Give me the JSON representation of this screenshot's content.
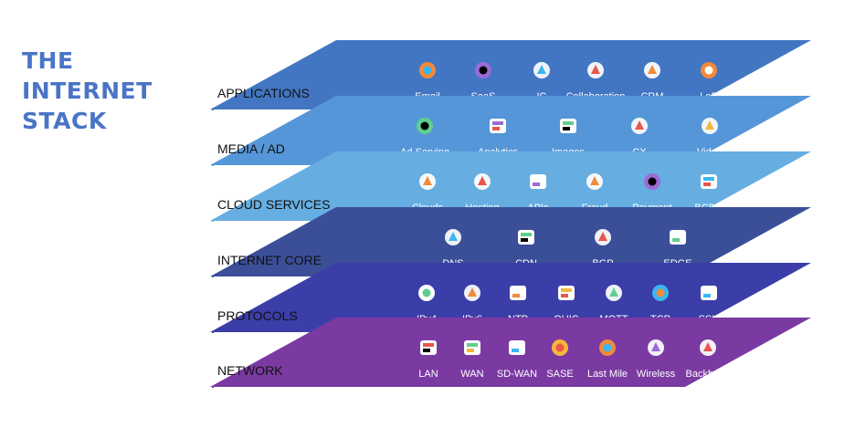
{
  "title": {
    "line1": "THE",
    "line2": "INTERNET",
    "line3": "STACK"
  },
  "colors": {
    "title": "#4a74c6",
    "applications": "#4376c2",
    "media_ad": "#5596d8",
    "cloud_services": "#66aee1",
    "internet_core": "#3b4e98",
    "protocols": "#3b3ea8",
    "network": "#7a3aa2"
  },
  "layers": [
    {
      "id": "applications",
      "label": "APPLICATIONS",
      "items": [
        {
          "label": "Email",
          "icon": "email-icon"
        },
        {
          "label": "SaaS",
          "icon": "saas-icon"
        },
        {
          "label": "IC",
          "icon": "ic-chip-icon"
        },
        {
          "label": "Collaboration",
          "icon": "collaboration-icon"
        },
        {
          "label": "CRM",
          "icon": "crm-icon"
        },
        {
          "label": "LoB",
          "icon": "lob-icon"
        }
      ]
    },
    {
      "id": "media-ad",
      "label": "MEDIA / AD",
      "items": [
        {
          "label": "Ad Serving",
          "icon": "ad-serving-icon"
        },
        {
          "label": "Analytics",
          "icon": "analytics-icon"
        },
        {
          "label": "Images",
          "icon": "images-icon"
        },
        {
          "label": "CX",
          "icon": "cx-icon"
        },
        {
          "label": "Video",
          "icon": "video-play-icon"
        }
      ]
    },
    {
      "id": "cloud-services",
      "label": "CLOUD SERVICES",
      "items": [
        {
          "label": "Clouds",
          "icon": "clouds-icon"
        },
        {
          "label": "Hosting",
          "icon": "hosting-icon"
        },
        {
          "label": "APIs",
          "icon": "apis-icon"
        },
        {
          "label": "Fraud",
          "icon": "fraud-icon"
        },
        {
          "label": "Payment",
          "icon": "payment-icon"
        },
        {
          "label": "BCDR",
          "icon": "bcdr-icon"
        }
      ]
    },
    {
      "id": "internet-core",
      "label": "INTERNET CORE",
      "items": [
        {
          "label": "DNS",
          "icon": "dns-icon"
        },
        {
          "label": "CDN",
          "icon": "cdn-icon"
        },
        {
          "label": "BGP",
          "icon": "bgp-icon"
        },
        {
          "label": "EDGE",
          "icon": "edge-icon"
        }
      ]
    },
    {
      "id": "protocols",
      "label": "PROTOCOLS",
      "items": [
        {
          "label": "IPv4",
          "icon": "ipv4-icon"
        },
        {
          "label": "IPv6",
          "icon": "ipv6-icon"
        },
        {
          "label": "NTP",
          "icon": "ntp-icon"
        },
        {
          "label": "QUIC",
          "icon": "quic-icon"
        },
        {
          "label": "MQTT",
          "icon": "mqtt-icon"
        },
        {
          "label": "TCP",
          "icon": "tcp-icon"
        },
        {
          "label": "SSH",
          "icon": "ssh-icon"
        }
      ]
    },
    {
      "id": "network",
      "label": "NETWORK",
      "items": [
        {
          "label": "LAN",
          "icon": "lan-icon"
        },
        {
          "label": "WAN",
          "icon": "wan-icon"
        },
        {
          "label": "SD-WAN",
          "icon": "sd-wan-icon"
        },
        {
          "label": "SASE",
          "icon": "sase-icon"
        },
        {
          "label": "Last Mile",
          "icon": "last-mile-icon"
        },
        {
          "label": "Wireless",
          "icon": "wireless-icon"
        },
        {
          "label": "Backbone",
          "icon": "backbone-icon"
        }
      ]
    }
  ]
}
